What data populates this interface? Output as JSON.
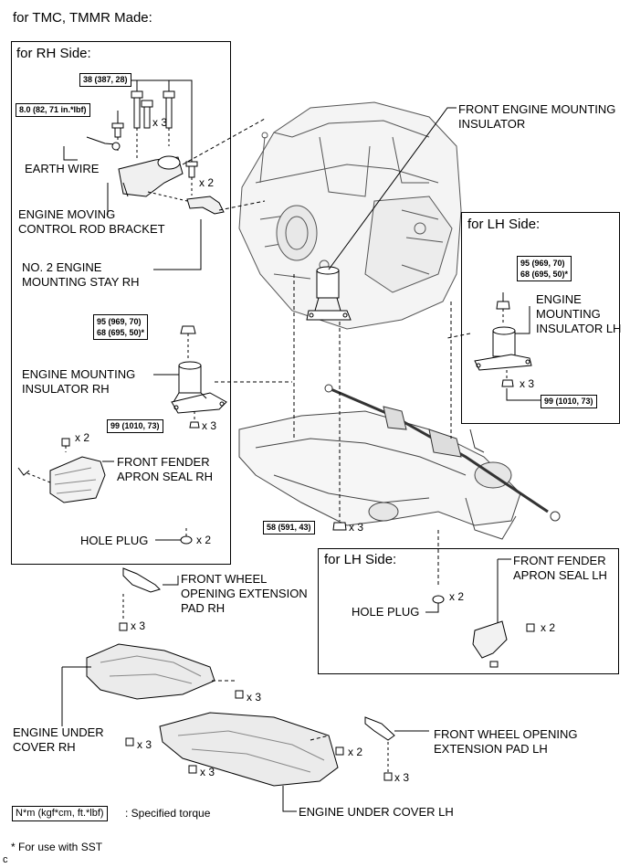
{
  "header": {
    "made_for": "for TMC, TMMR Made:"
  },
  "rh_box": {
    "title": "for RH Side:",
    "torque_bolt": "38 (387, 28)",
    "torque_earth": "8.0 (82, 71 in.*lbf)",
    "qty_bolt": "x 3",
    "qty_stay": "x 2",
    "earth_wire": "EARTH WIRE",
    "bracket_line1": "ENGINE MOVING",
    "bracket_line2": "CONTROL ROD BRACKET",
    "stay_line1": "NO. 2 ENGINE",
    "stay_line2": "MOUNTING STAY RH",
    "torque_nut_line1": "95 (969, 70)",
    "torque_nut_line2": "68 (695, 50)*",
    "insulator_line1": "ENGINE MOUNTING",
    "insulator_line2": "INSULATOR RH",
    "torque_bottom": "99 (1010, 73)",
    "qty_bottom": "x 3",
    "qty_fender": "x 2",
    "fender_line1": "FRONT FENDER",
    "fender_line2": "APRON SEAL RH",
    "hole_plug": "HOLE PLUG",
    "qty_plug": "x 2"
  },
  "front_mount": {
    "line1": "FRONT ENGINE MOUNTING",
    "line2": "INSULATOR"
  },
  "lh_box_top": {
    "title": "for LH Side:",
    "torque_nut_line1": "95 (969, 70)",
    "torque_nut_line2": "68 (695, 50)*",
    "insulator_line1": "ENGINE",
    "insulator_line2": "MOUNTING",
    "insulator_line3": "INSULATOR LH",
    "qty_bottom": "x 3",
    "torque_bottom": "99 (1010, 73)"
  },
  "center": {
    "torque": "58 (591, 43)",
    "qty": "x 3"
  },
  "lh_box_bottom": {
    "title": "for LH Side:",
    "fender_line1": "FRONT FENDER",
    "fender_line2": "APRON SEAL LH",
    "hole_plug": "HOLE PLUG",
    "qty_plug": "x 2",
    "qty_fender": "x 2"
  },
  "lower": {
    "pad_rh_line1": "FRONT WHEEL",
    "pad_rh_line2": "OPENING EXTENSION",
    "pad_rh_line3": "PAD RH",
    "qty_pad_rh": "x 3",
    "qty_cover_top": "x 3",
    "cover_rh_line1": "ENGINE UNDER",
    "cover_rh_line2": "COVER RH",
    "qty_cover_rh": "x 3",
    "qty_cover_mid": "x 3",
    "qty_cover_lh": "x 2",
    "pad_lh_line1": "FRONT WHEEL OPENING",
    "pad_lh_line2": "EXTENSION PAD LH",
    "qty_pad_lh": "x 3",
    "cover_lh": "ENGINE UNDER COVER LH"
  },
  "legend": {
    "unit_box": "N*m (kgf*cm, ft.*lbf)",
    "unit_desc": ": Specified torque",
    "sst_note": "* For use with SST",
    "corner": "c"
  }
}
